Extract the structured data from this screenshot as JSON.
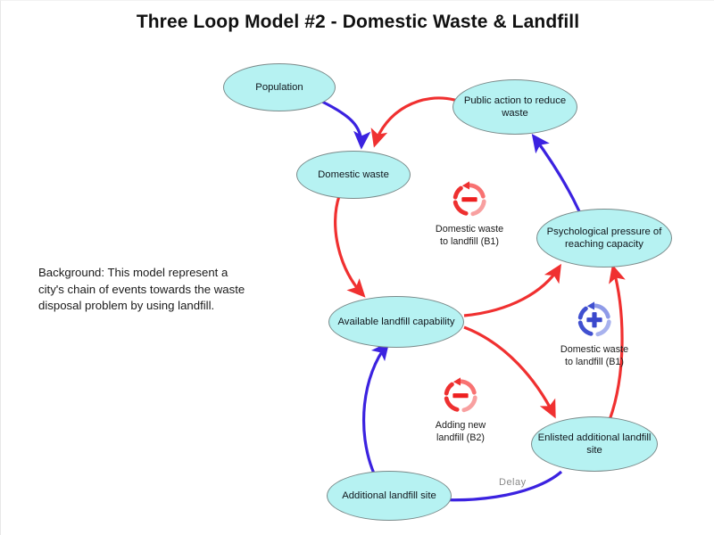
{
  "title": "Three Loop Model #2 - Domestic Waste & Landfill",
  "background_note": "Background: This model represent a city's chain of events towards the waste disposal problem by using landfill.",
  "colors": {
    "node_fill": "#b6f2f2",
    "node_border": "#7a8a8a",
    "positive_link": "#3b22e0",
    "negative_link": "#f03030",
    "delay_label": "#8a8a8a",
    "title": "#111111",
    "background": "#ffffff"
  },
  "nodes": [
    {
      "id": "population",
      "label": "Population"
    },
    {
      "id": "public-action",
      "label": "Public action to reduce waste"
    },
    {
      "id": "domestic-waste",
      "label": "Domestic waste"
    },
    {
      "id": "psychological-pressure",
      "label": "Psychological pressure of reaching capacity"
    },
    {
      "id": "available-landfill-capability",
      "label": "Available landfill capability"
    },
    {
      "id": "enlisted-additional-landfill-site",
      "label": "Enlisted additional landfill site"
    },
    {
      "id": "additional-landfill-site",
      "label": "Additional landfill site"
    }
  ],
  "loops": [
    {
      "id": "b1-minus",
      "label": "Domestic waste\nto landfill (B1)",
      "sign": "-",
      "polarity": "negative",
      "color": "#f03030",
      "icon": "circular-arrow-minus-icon"
    },
    {
      "id": "b1-plus",
      "label": "Domestic waste\nto landfill (B1)",
      "sign": "+",
      "polarity": "positive",
      "color": "#3b42d8",
      "icon": "circular-arrow-plus-icon"
    },
    {
      "id": "b2-minus",
      "label": "Adding new\nlandfill (B2)",
      "sign": "-",
      "polarity": "negative",
      "color": "#f03030",
      "icon": "circular-arrow-minus-icon"
    }
  ],
  "links": [
    {
      "id": "population-to-domestic-waste",
      "from": "Population",
      "to": "Domestic waste",
      "polarity": "positive",
      "color": "#3b22e0"
    },
    {
      "id": "public-action-to-domestic-waste",
      "from": "Public action to reduce waste",
      "to": "Domestic waste",
      "polarity": "negative",
      "color": "#f03030"
    },
    {
      "id": "domestic-waste-to-available-landfill",
      "from": "Domestic waste",
      "to": "Available landfill capability",
      "polarity": "negative",
      "color": "#f03030"
    },
    {
      "id": "available-landfill-to-psychological-pressure",
      "from": "Available landfill capability",
      "to": "Psychological pressure of reaching capacity",
      "polarity": "negative",
      "color": "#f03030"
    },
    {
      "id": "available-landfill-to-enlisted-site",
      "from": "Available landfill capability",
      "to": "Enlisted additional landfill site",
      "polarity": "negative",
      "color": "#f03030"
    },
    {
      "id": "enlisted-site-to-psychological-pressure",
      "from": "Enlisted additional landfill site",
      "to": "Psychological pressure of reaching capacity",
      "polarity": "negative",
      "color": "#f03030"
    },
    {
      "id": "psychological-pressure-to-public-action",
      "from": "Psychological pressure of reaching capacity",
      "to": "Public action to reduce waste",
      "polarity": "positive",
      "color": "#3b22e0"
    },
    {
      "id": "enlisted-site-to-additional-site",
      "from": "Enlisted additional landfill site",
      "to": "Additional landfill site",
      "polarity": "positive",
      "color": "#3b22e0",
      "label": "Delay"
    },
    {
      "id": "additional-site-to-available-landfill",
      "from": "Additional landfill site",
      "to": "Available landfill capability",
      "polarity": "positive",
      "color": "#3b22e0"
    }
  ],
  "edge_labels": [
    {
      "id": "delay",
      "text": "Delay"
    }
  ]
}
